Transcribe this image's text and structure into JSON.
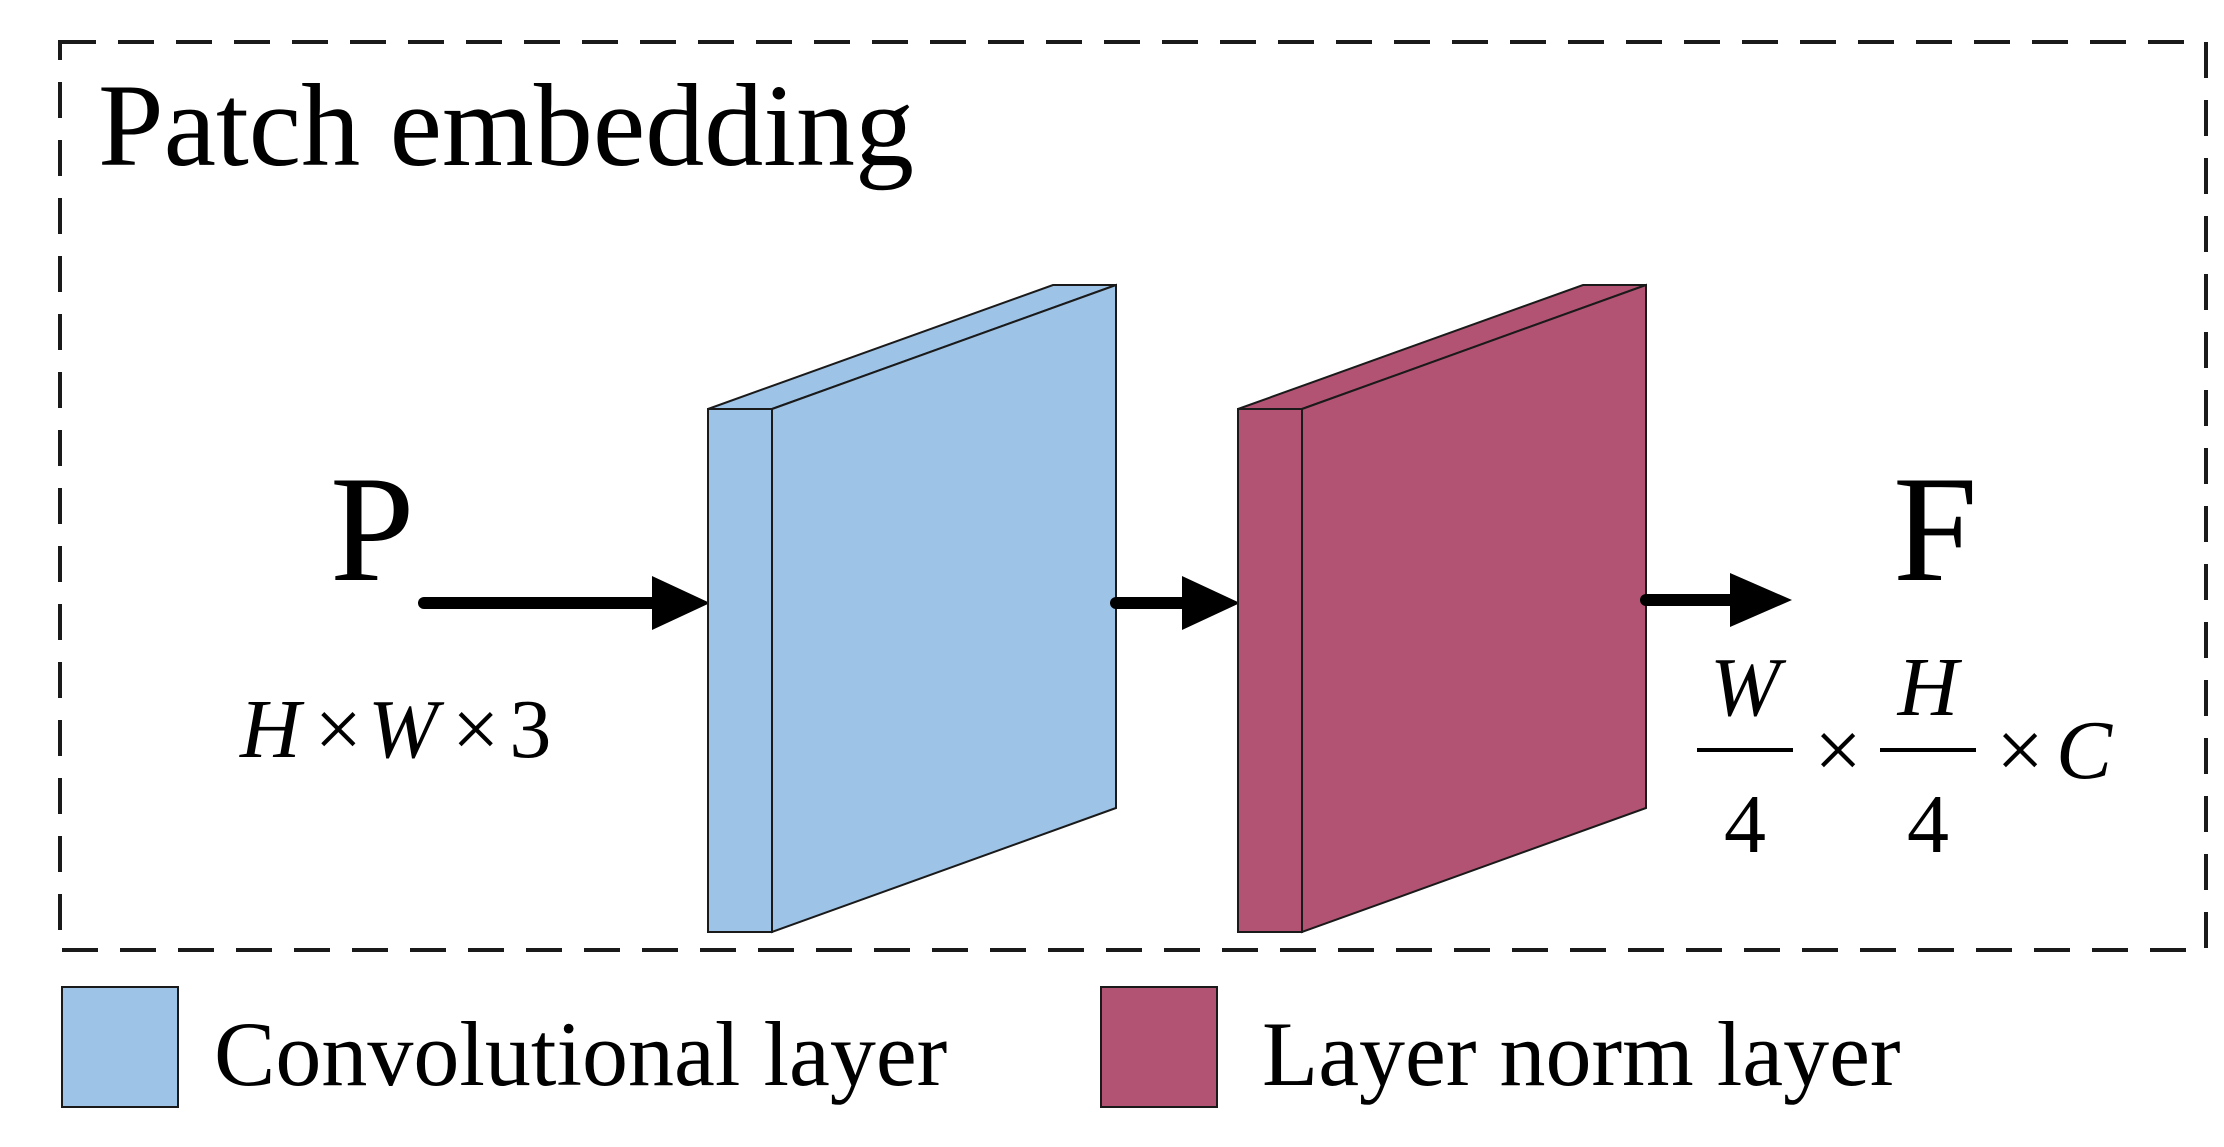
{
  "title": "Patch embedding",
  "input": {
    "symbol": "P",
    "dims": {
      "h": "H",
      "w": "W",
      "c": "3",
      "times": "×"
    }
  },
  "output": {
    "symbol": "F",
    "dims": {
      "w": "W",
      "h": "H",
      "div": "4",
      "c": "C",
      "times": "×"
    }
  },
  "legend": [
    {
      "label": "Convolutional layer",
      "color": "#9dc3e6"
    },
    {
      "label": "Layer norm layer",
      "color": "#b35373"
    }
  ],
  "colors": {
    "conv": "#9dc3e6",
    "norm": "#b35373",
    "stroke": "#1a1a1a"
  }
}
